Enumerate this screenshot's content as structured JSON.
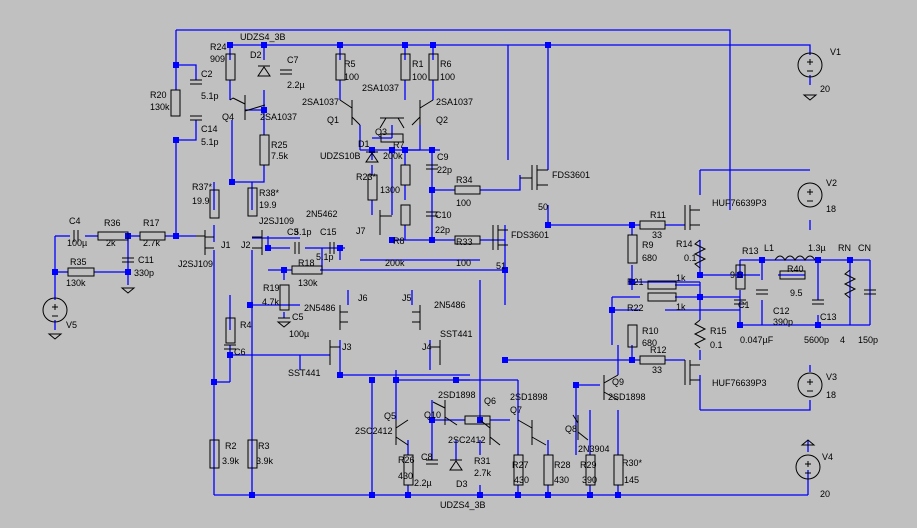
{
  "diagram": {
    "background": "#c0c0c0",
    "wire_color": "#0000ff",
    "component_color": "#000000",
    "labels": {
      "V1": "V1",
      "V1_val": "20",
      "V2": "V2",
      "V2_val": "18",
      "V3": "V3",
      "V3_val": "18",
      "V4": "V4",
      "V4_val": "20",
      "V5": "V5",
      "R24": "R24",
      "R24_val": "909",
      "D2": "D2",
      "D2_val": "UDZS4_3B",
      "C7": "C7",
      "C7_val": "2.2µ",
      "R5": "R5",
      "R5_val": "100",
      "R1": "R1",
      "R1_val": "100",
      "R6": "R6",
      "R6_val": "100",
      "R20": "R20",
      "R20_val": "130k",
      "C2": "C2",
      "C2_val": "5.1p",
      "C14": "C14",
      "C14_val": "5.1p",
      "Q4": "Q4",
      "Q4_val": "2SA1037",
      "Q1": "Q1",
      "Q1_val": "2SA1037",
      "Q2": "Q2",
      "Q2_val": "2SA1037",
      "Q3": "Q3",
      "Q3_val": "2SA1037",
      "R25": "R25",
      "R25_val": "7.5k",
      "D1": "D1",
      "D1_val": "UDZS10B",
      "R7": "R7",
      "R7_val": "200k",
      "C9": "C9",
      "C9_val": "22p",
      "R23": "R23*",
      "R23_val": "1300",
      "R34": "R34",
      "R34_val": "100",
      "FDS3601a": "FDS3601",
      "R37": "R37*",
      "R37_val": "19.9",
      "R38": "R38*",
      "R38_val": "19.9",
      "J2SJ109b": "J2SJ109",
      "N5462": "2N5462",
      "C10": "C10",
      "C10_val": "22p",
      "R8": "R8",
      "R8_val": "200k",
      "R33": "R33",
      "R33_val": "100",
      "FDS3601b": "FDS3601",
      "R11": "R11",
      "R11_val": "33",
      "R9": "R9",
      "R9_val": "680",
      "R14": "R14",
      "R14_val": "0.1",
      "HUF1": "HUF76639P3",
      "HUF2": "HUF76639P3",
      "C4": "C4",
      "C4_val": "100µ",
      "R36": "R36",
      "R36_val": "2k",
      "R17": "R17",
      "R17_val": "2.7k",
      "J1": "J1",
      "J2": "J2",
      "C3": "C3",
      "C3_val": "5.1p",
      "C15": "C15",
      "C15_val": "5.1p",
      "J7": "J7",
      "R35": "R35",
      "R35_val": "130k",
      "C11": "C11",
      "C11_val": "330p",
      "J2SJ109a": "J2SJ109",
      "R18": "R18",
      "R18_val": "130k",
      "R19": "R19",
      "R19_val": "4.7k",
      "C5": "C5",
      "C5_val": "100µ",
      "J6": "J6",
      "J5": "J5",
      "N5486a": "2N5486",
      "N5486b": "2N5486",
      "SST441a": "SST441",
      "SST441b": "SST441",
      "J3": "J3",
      "J4": "J4",
      "R4": "R4",
      "C6": "C6",
      "R21": "R21",
      "R21_val": "1k",
      "R22": "R22",
      "R22_val": "1k",
      "R10": "R10",
      "R10_val": "680",
      "R15": "R15",
      "R15_val": "0.1",
      "R12": "R12",
      "R12_val": "33",
      "R13": "R13",
      "R13_val": "9.5",
      "L1": "L1",
      "L1_val": "1.3µ",
      "R40": "R40",
      "R40_val": "9.5",
      "RN": "RN",
      "RN_val": "4",
      "CN": "CN",
      "CN_val": "150p",
      "C1": "C1",
      "C1_val": "0.047µF",
      "C12": "C12",
      "C12_val": "390p",
      "C13": "C13",
      "C13_val": "5600p",
      "Q9": "Q9",
      "Q9_val": "2SD1898",
      "Q5": "Q5",
      "Q5_val": "2SC2412",
      "Q10": "Q10",
      "Q10_val": "2SC2412",
      "Q6": "Q6",
      "Q6_val": "2SD1898",
      "Q7": "Q7",
      "Q7_val": "2SD1898",
      "Q8": "Q8",
      "Q8_val": "2N3904",
      "R2": "R2",
      "R2_val": "3.9k",
      "R3": "R3",
      "R3_val": "3.9k",
      "R26": "R26",
      "R26_val": "430",
      "C8": "C8",
      "C8_val": "2.2µ",
      "R31": "R31",
      "R31_val": "2.7k",
      "D3": "D3",
      "D3_val": "UDZS4_3B",
      "R27": "R27",
      "R27_val": "430",
      "R28": "R28",
      "R28_val": "430",
      "R29": "R29",
      "R29_val": "390",
      "R30": "R30*",
      "R30_val": "145",
      "T50": "50",
      "T51": "51",
      "R8b": "200k"
    }
  }
}
